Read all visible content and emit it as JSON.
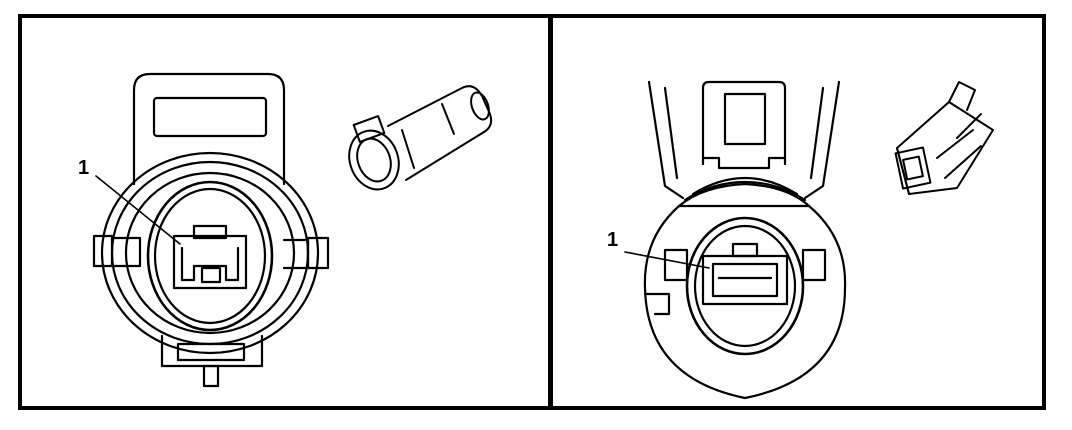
{
  "diagram": {
    "panels": [
      {
        "id": "left-connector",
        "callout": "1"
      },
      {
        "id": "right-connector",
        "callout": "1"
      }
    ],
    "colors": {
      "line": "#000000",
      "background": "#ffffff"
    }
  }
}
